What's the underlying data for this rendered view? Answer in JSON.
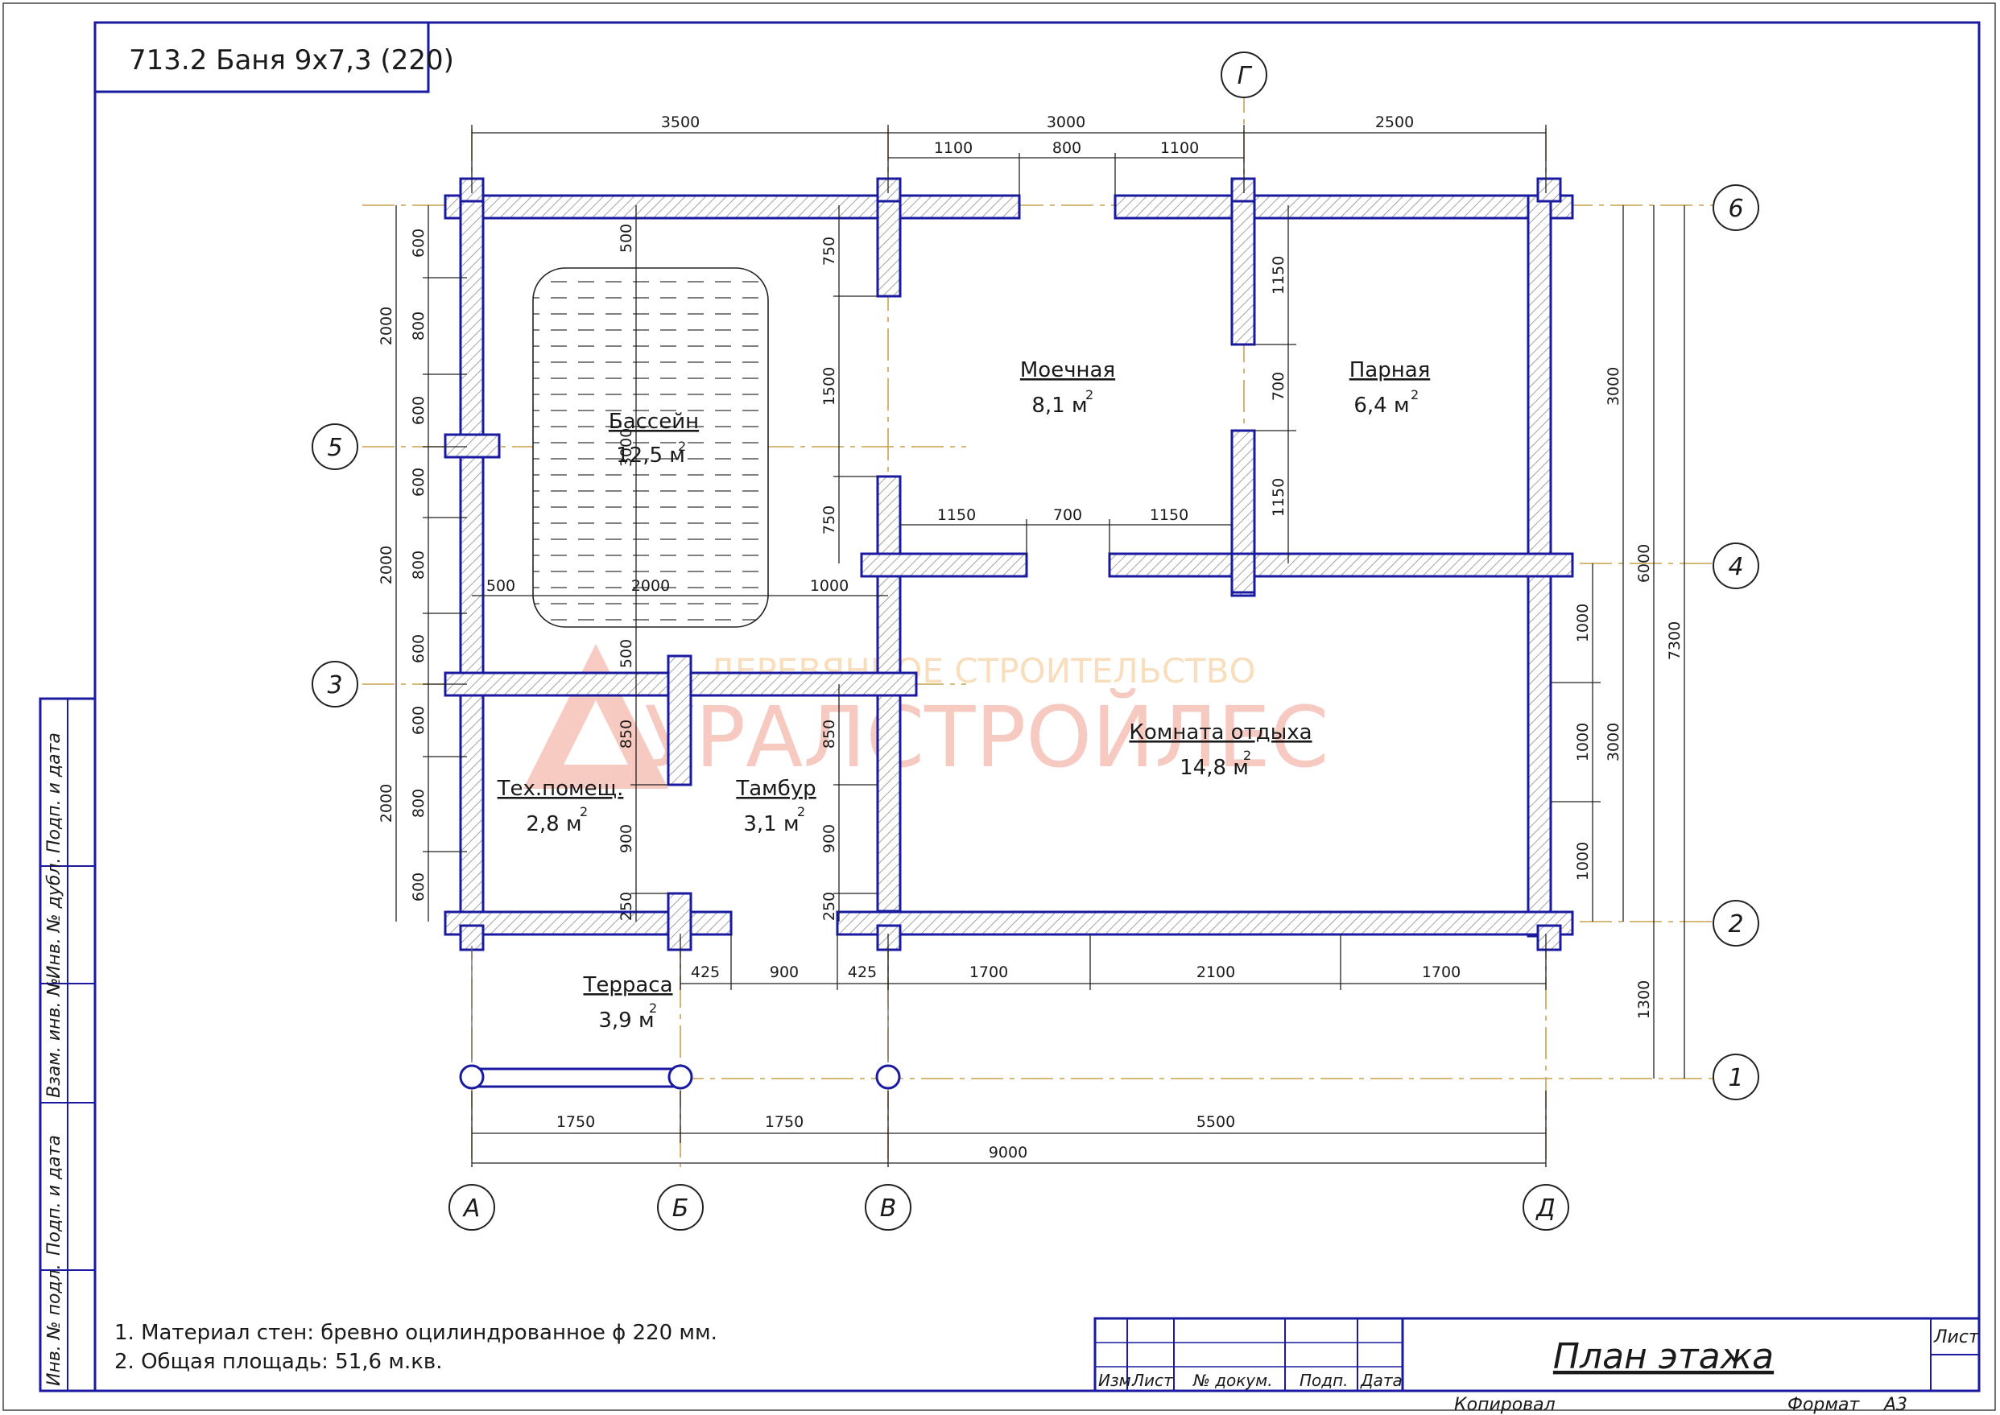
{
  "title_box": "713.2 Баня 9х7,3 (220)",
  "rooms": {
    "pool": {
      "name": "Бассейн",
      "area": "12,5 м"
    },
    "wash": {
      "name": "Моечная",
      "area": "8,1 м"
    },
    "steam": {
      "name": "Парная",
      "area": "6,4 м"
    },
    "rest": {
      "name": "Комната отдыха",
      "area": "14,8 м"
    },
    "tech": {
      "name": "Тех.помещ.",
      "area": "2,8 м"
    },
    "vestibule": {
      "name": "Тамбур",
      "area": "3,1 м"
    },
    "terrace": {
      "name": "Терраса",
      "area": "3,9 м"
    },
    "sq": "2"
  },
  "axes": {
    "top": "Г",
    "left": [
      "5",
      "3"
    ],
    "right": [
      "6",
      "4",
      "2",
      "1"
    ],
    "bottom": [
      "А",
      "Б",
      "В",
      "Д"
    ]
  },
  "dims": {
    "top1": [
      "3500",
      "3000",
      "2500"
    ],
    "top2": [
      "1100",
      "800",
      "1100"
    ],
    "inner_h": [
      "1150",
      "700",
      "1150"
    ],
    "pool_h": [
      "500",
      "2000",
      "1000"
    ],
    "bottom1": [
      "425",
      "900",
      "425",
      "1700",
      "2100",
      "1700"
    ],
    "bottom2": [
      "1750",
      "1750",
      "5500"
    ],
    "bottom3": "9000",
    "left_outer": [
      "2000",
      "2000",
      "2000"
    ],
    "left_inner": [
      "600",
      "800",
      "600",
      "600",
      "800",
      "600",
      "600",
      "800",
      "600"
    ],
    "pool_v": [
      "500",
      "3000",
      "500"
    ],
    "part_v1": [
      "750",
      "1500",
      "750"
    ],
    "part_v2": [
      "850",
      "900",
      "250"
    ],
    "part_v3": [
      "850",
      "900",
      "250"
    ],
    "steam_v": [
      "1150",
      "700",
      "1150"
    ],
    "right_win": [
      "1000",
      "1000",
      "1000"
    ],
    "right1": [
      "3000",
      "3000"
    ],
    "right2": "6000",
    "right3": "7300",
    "right4": "1300"
  },
  "watermark": {
    "top": "ДЕРЕВЯННОЕ СТРОИТЕЛЬСТВО",
    "main": "УРАЛСТРОЙЛЕС"
  },
  "notes": [
    "1. Материал стен: бревно оцилиндрованное ϕ 220 мм.",
    "2. Общая площадь: 51,6 м.кв."
  ],
  "stamp": {
    "cols": [
      "Изм.",
      "Лист",
      "№ докум.",
      "Подп.",
      "Дата"
    ],
    "sheet_title": "План этажа",
    "sheet": "Лист",
    "copied": "Копировал",
    "format": "Формат",
    "format_val": "А3"
  },
  "side_stamp": [
    "Подп. и дата",
    "Инв. № дубл.",
    "Взам. инв. №",
    "Подп. и дата",
    "Инв. № подл."
  ],
  "colors": {
    "wall": "#1a1aa0",
    "axis": "#c9a24a",
    "watermark": "#f0a090"
  }
}
